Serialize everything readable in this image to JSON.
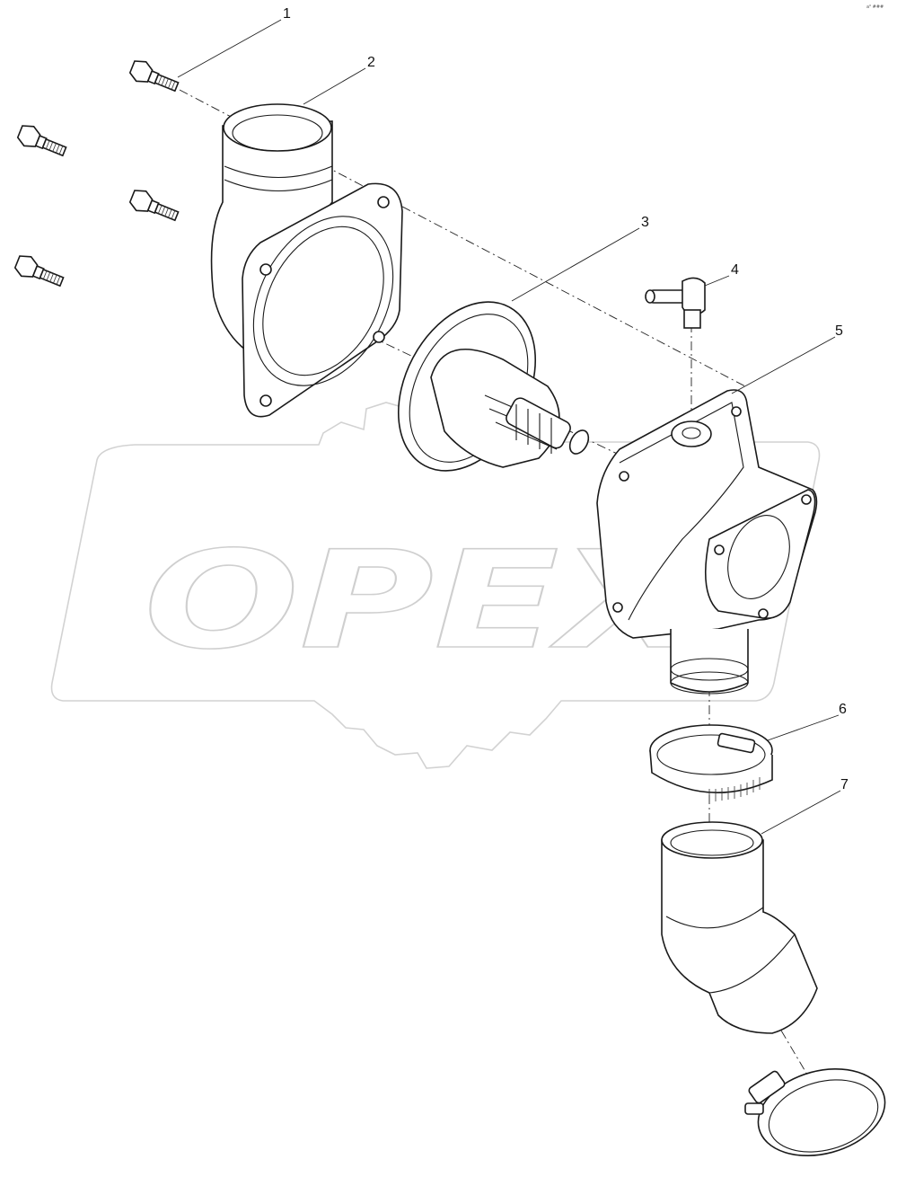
{
  "watermark": {
    "text": "OPEX"
  },
  "corner_mark": "a⁰ ###",
  "callouts": [
    {
      "id": "1",
      "label": "1"
    },
    {
      "id": "2",
      "label": "2"
    },
    {
      "id": "3",
      "label": "3"
    },
    {
      "id": "4",
      "label": "4"
    },
    {
      "id": "5",
      "label": "5"
    },
    {
      "id": "6",
      "label": "6"
    },
    {
      "id": "7",
      "label": "7"
    }
  ],
  "parts": [
    {
      "callout": "1",
      "name": "flange-bolt"
    },
    {
      "callout": "2",
      "name": "outlet-elbow-housing"
    },
    {
      "callout": "3",
      "name": "thermostat"
    },
    {
      "callout": "4",
      "name": "bleed-fitting"
    },
    {
      "callout": "5",
      "name": "thermostat-housing"
    },
    {
      "callout": "6",
      "name": "hose-clamp"
    },
    {
      "callout": "7",
      "name": "elbow-hose"
    }
  ]
}
